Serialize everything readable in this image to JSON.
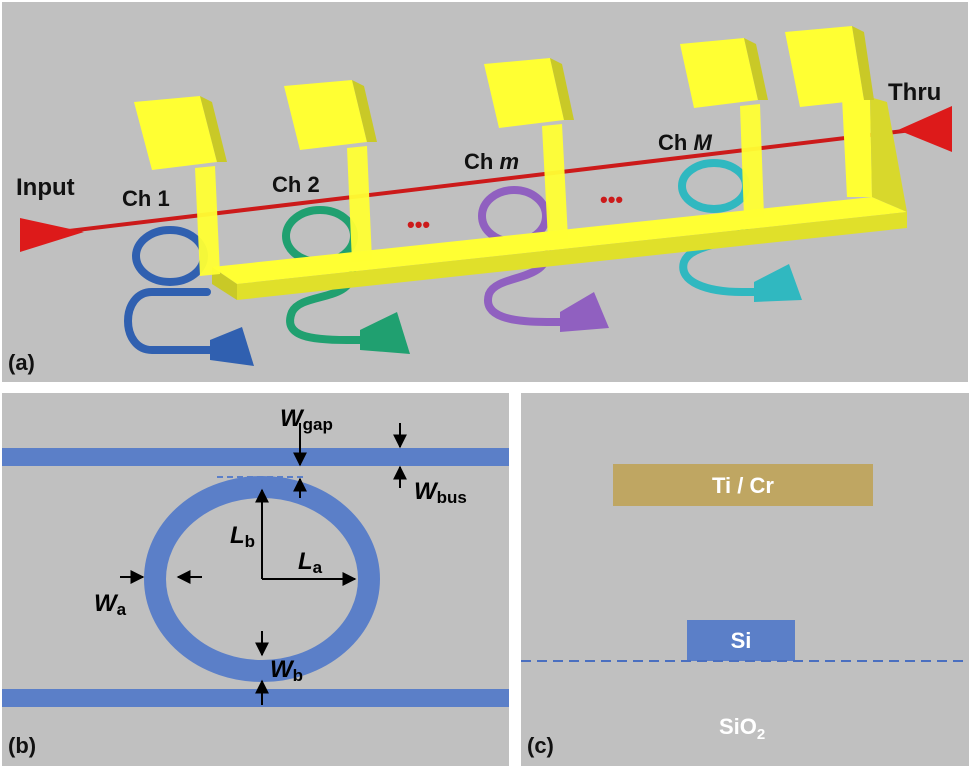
{
  "panel_a": {
    "label": "(a)",
    "input_label": "Input",
    "thru_label": "Thru",
    "channels": [
      {
        "prefix": "Ch ",
        "index": "1",
        "italic": false,
        "color": "#3060b0"
      },
      {
        "prefix": "Ch ",
        "index": "2",
        "italic": false,
        "color": "#20a070"
      },
      {
        "prefix": "Ch ",
        "index": "m",
        "italic": true,
        "color": "#9060c0"
      },
      {
        "prefix": "Ch ",
        "index": "M",
        "italic": true,
        "color": "#30b8c0"
      }
    ],
    "ellipsis_1": "•••",
    "ellipsis_2": "•••",
    "colors": {
      "bus": "#cc1a1a",
      "heater": "#ffff33",
      "heater_side": "#c9c927",
      "background": "#c0c0c0"
    }
  },
  "panel_b": {
    "label": "(b)",
    "w_gap": {
      "main": "W",
      "sub": "gap"
    },
    "w_bus": {
      "main": "W",
      "sub": "bus"
    },
    "l_b": {
      "main": "L",
      "sub": "b"
    },
    "l_a": {
      "main": "L",
      "sub": "a"
    },
    "w_a": {
      "main": "W",
      "sub": "a"
    },
    "w_b": {
      "main": "W",
      "sub": "b"
    },
    "colors": {
      "waveguide": "#5b7fc8"
    }
  },
  "panel_c": {
    "label": "(c)",
    "metal_label": "Ti / Cr",
    "si_label": "Si",
    "sio2_label": {
      "main": "SiO",
      "sub": "2"
    },
    "colors": {
      "metal": "#bfa662",
      "si": "#5b7fc8",
      "dashed": "#4a6fc0"
    }
  }
}
